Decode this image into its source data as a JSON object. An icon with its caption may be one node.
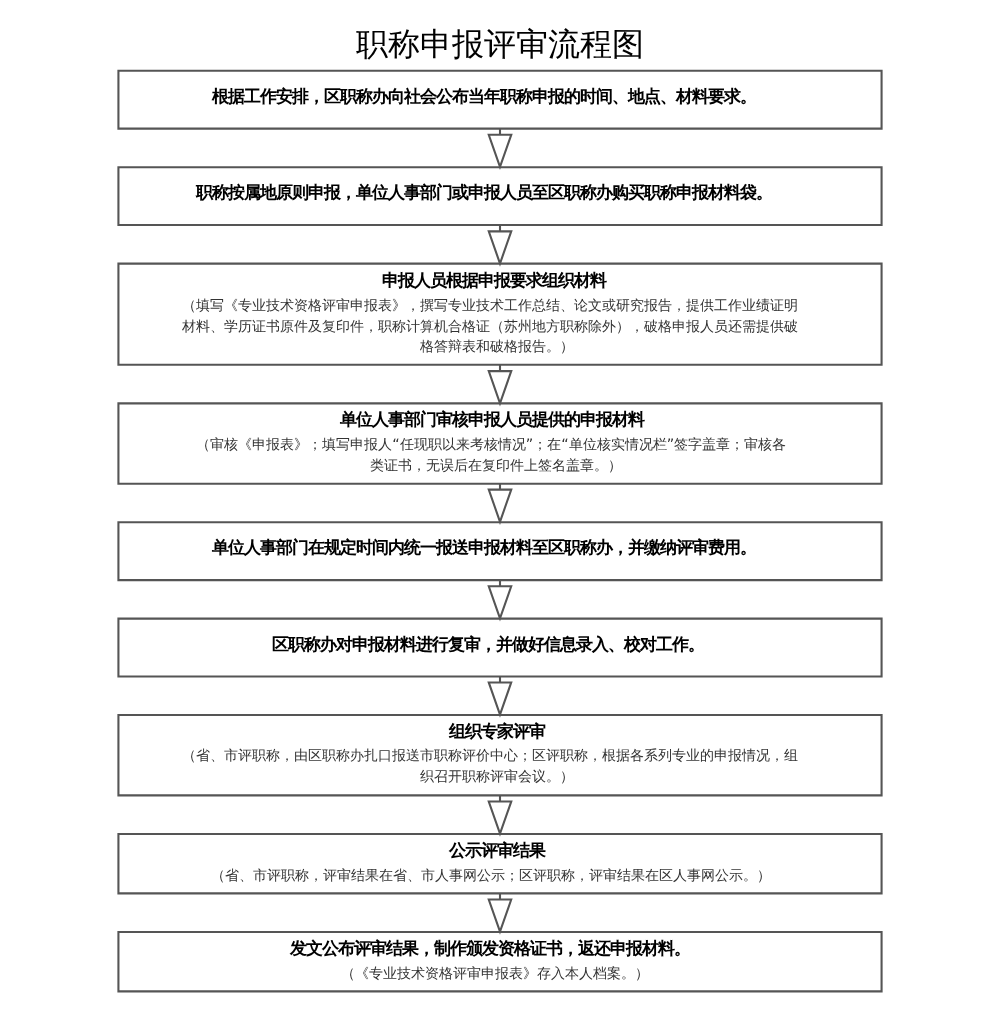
{
  "diagram": {
    "title": "职称申报评审流程图",
    "nodes": [
      {
        "text": [
          "根据工作安排，区职称办向社会公布当年职称申报的时间、地点、材料要求。"
        ]
      },
      {
        "text": [
          "职称按属地原则申报，单位人事部门或申报人员至区职称办购买职称申报材料袋。"
        ]
      },
      {
        "text": [
          "申报人员根据申报要求组织材料",
          "（填写《专业技术资格评审申报表》，撰写专业技术工作总结、论文或研究报告，提供工作业绩证明材料、学历证书原件及复印件，职称计算机合格证（苏州地方职称除外），破格申报人员还需提供破格答辩表和破格报告。）"
        ]
      },
      {
        "text": [
          "单位人事部门审核申报人员提供的申报材料",
          "（审核《申报表》；填写申报人“任现职以来考核情况”；在“单位核实情况栏”签字盖章；审核各类证书，无误后在复印件上签名盖章。）"
        ]
      },
      {
        "text": [
          "单位人事部门在规定时间内统一报送申报材料至区职称办，并缴纳评审费用。"
        ]
      },
      {
        "text": [
          "区职称办对申报材料进行复审，并做好信息录入、校对工作。"
        ]
      },
      {
        "text": [
          "组织专家评审",
          "（省、市评职称，由区职称办扎口报送市职称评价中心；区评职称，根据各系列专业的申报情况，组织召开职称评审会议。）"
        ]
      },
      {
        "text": [
          "公示评审结果",
          "（省、市评职称，评审结果在省、市人事网公示；区评职称，评审结果在区人事网公示。）"
        ]
      },
      {
        "text": [
          "发文公布评审结果，制作颁发资格证书，返还申报材料。",
          "（《专业技术资格评审申报表》存入本人档案。）"
        ]
      }
    ],
    "edges": [
      {
        "from": 0,
        "to": 1,
        "arrow": "to"
      },
      {
        "from": 1,
        "to": 2,
        "arrow": "to"
      },
      {
        "from": 2,
        "to": 3,
        "arrow": "to"
      },
      {
        "from": 3,
        "to": 4,
        "arrow": "to"
      },
      {
        "from": 4,
        "to": 5,
        "arrow": "to"
      },
      {
        "from": 5,
        "to": 6,
        "arrow": "to"
      },
      {
        "from": 6,
        "to": 7,
        "arrow": "to"
      },
      {
        "from": 7,
        "to": 8,
        "arrow": "to"
      }
    ]
  }
}
